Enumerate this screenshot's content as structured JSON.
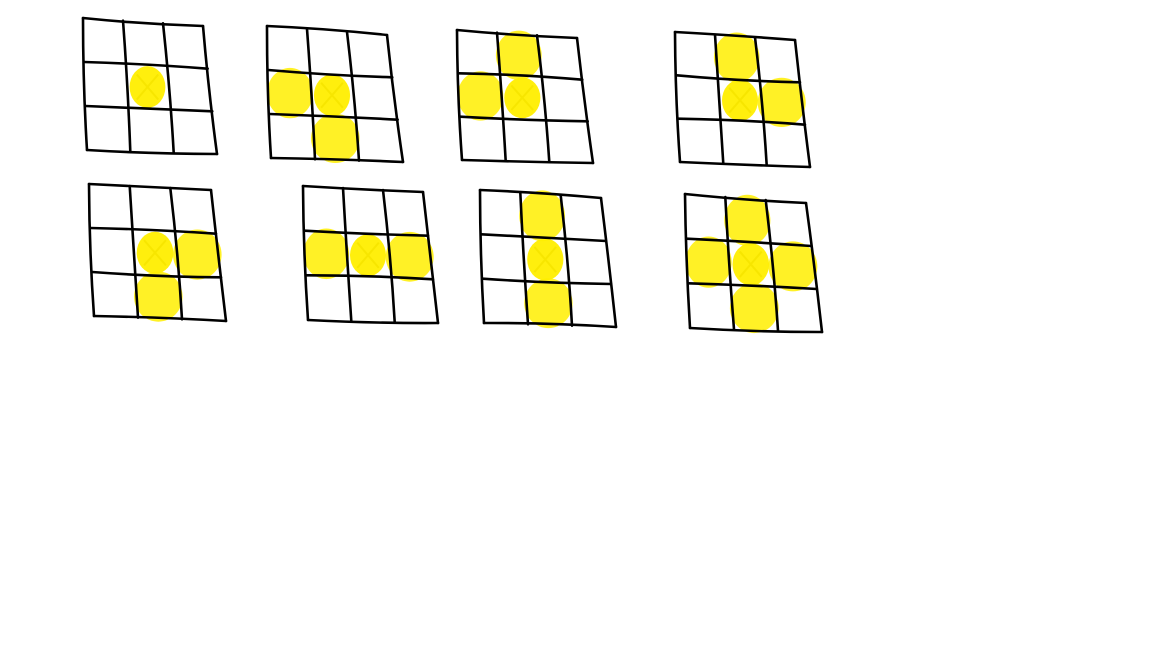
{
  "grid_size": 3,
  "colors": {
    "background": "#ffffff",
    "line": "#000000",
    "highlight": "#ffee00"
  },
  "diagrams": [
    {
      "name": "grid-1",
      "cells": [
        {
          "row": 1,
          "col": 1,
          "marker": "center"
        }
      ]
    },
    {
      "name": "grid-2",
      "cells": [
        {
          "row": 1,
          "col": 0,
          "marker": "blob"
        },
        {
          "row": 1,
          "col": 1,
          "marker": "center"
        },
        {
          "row": 2,
          "col": 1,
          "marker": "blob"
        }
      ]
    },
    {
      "name": "grid-3",
      "cells": [
        {
          "row": 0,
          "col": 1,
          "marker": "blob"
        },
        {
          "row": 1,
          "col": 0,
          "marker": "blob"
        },
        {
          "row": 1,
          "col": 1,
          "marker": "center"
        }
      ]
    },
    {
      "name": "grid-4",
      "cells": [
        {
          "row": 0,
          "col": 1,
          "marker": "blob"
        },
        {
          "row": 1,
          "col": 1,
          "marker": "center"
        },
        {
          "row": 1,
          "col": 2,
          "marker": "blob"
        }
      ]
    },
    {
      "name": "grid-5",
      "cells": [
        {
          "row": 1,
          "col": 1,
          "marker": "center"
        },
        {
          "row": 1,
          "col": 2,
          "marker": "blob"
        },
        {
          "row": 2,
          "col": 1,
          "marker": "blob"
        }
      ]
    },
    {
      "name": "grid-6",
      "cells": [
        {
          "row": 1,
          "col": 0,
          "marker": "blob"
        },
        {
          "row": 1,
          "col": 1,
          "marker": "center"
        },
        {
          "row": 1,
          "col": 2,
          "marker": "blob"
        }
      ]
    },
    {
      "name": "grid-7",
      "cells": [
        {
          "row": 0,
          "col": 1,
          "marker": "blob"
        },
        {
          "row": 1,
          "col": 1,
          "marker": "center"
        },
        {
          "row": 2,
          "col": 1,
          "marker": "blob"
        }
      ]
    },
    {
      "name": "grid-8",
      "cells": [
        {
          "row": 0,
          "col": 1,
          "marker": "blob"
        },
        {
          "row": 1,
          "col": 0,
          "marker": "blob"
        },
        {
          "row": 1,
          "col": 1,
          "marker": "center"
        },
        {
          "row": 1,
          "col": 2,
          "marker": "blob"
        },
        {
          "row": 2,
          "col": 1,
          "marker": "blob"
        }
      ]
    }
  ]
}
